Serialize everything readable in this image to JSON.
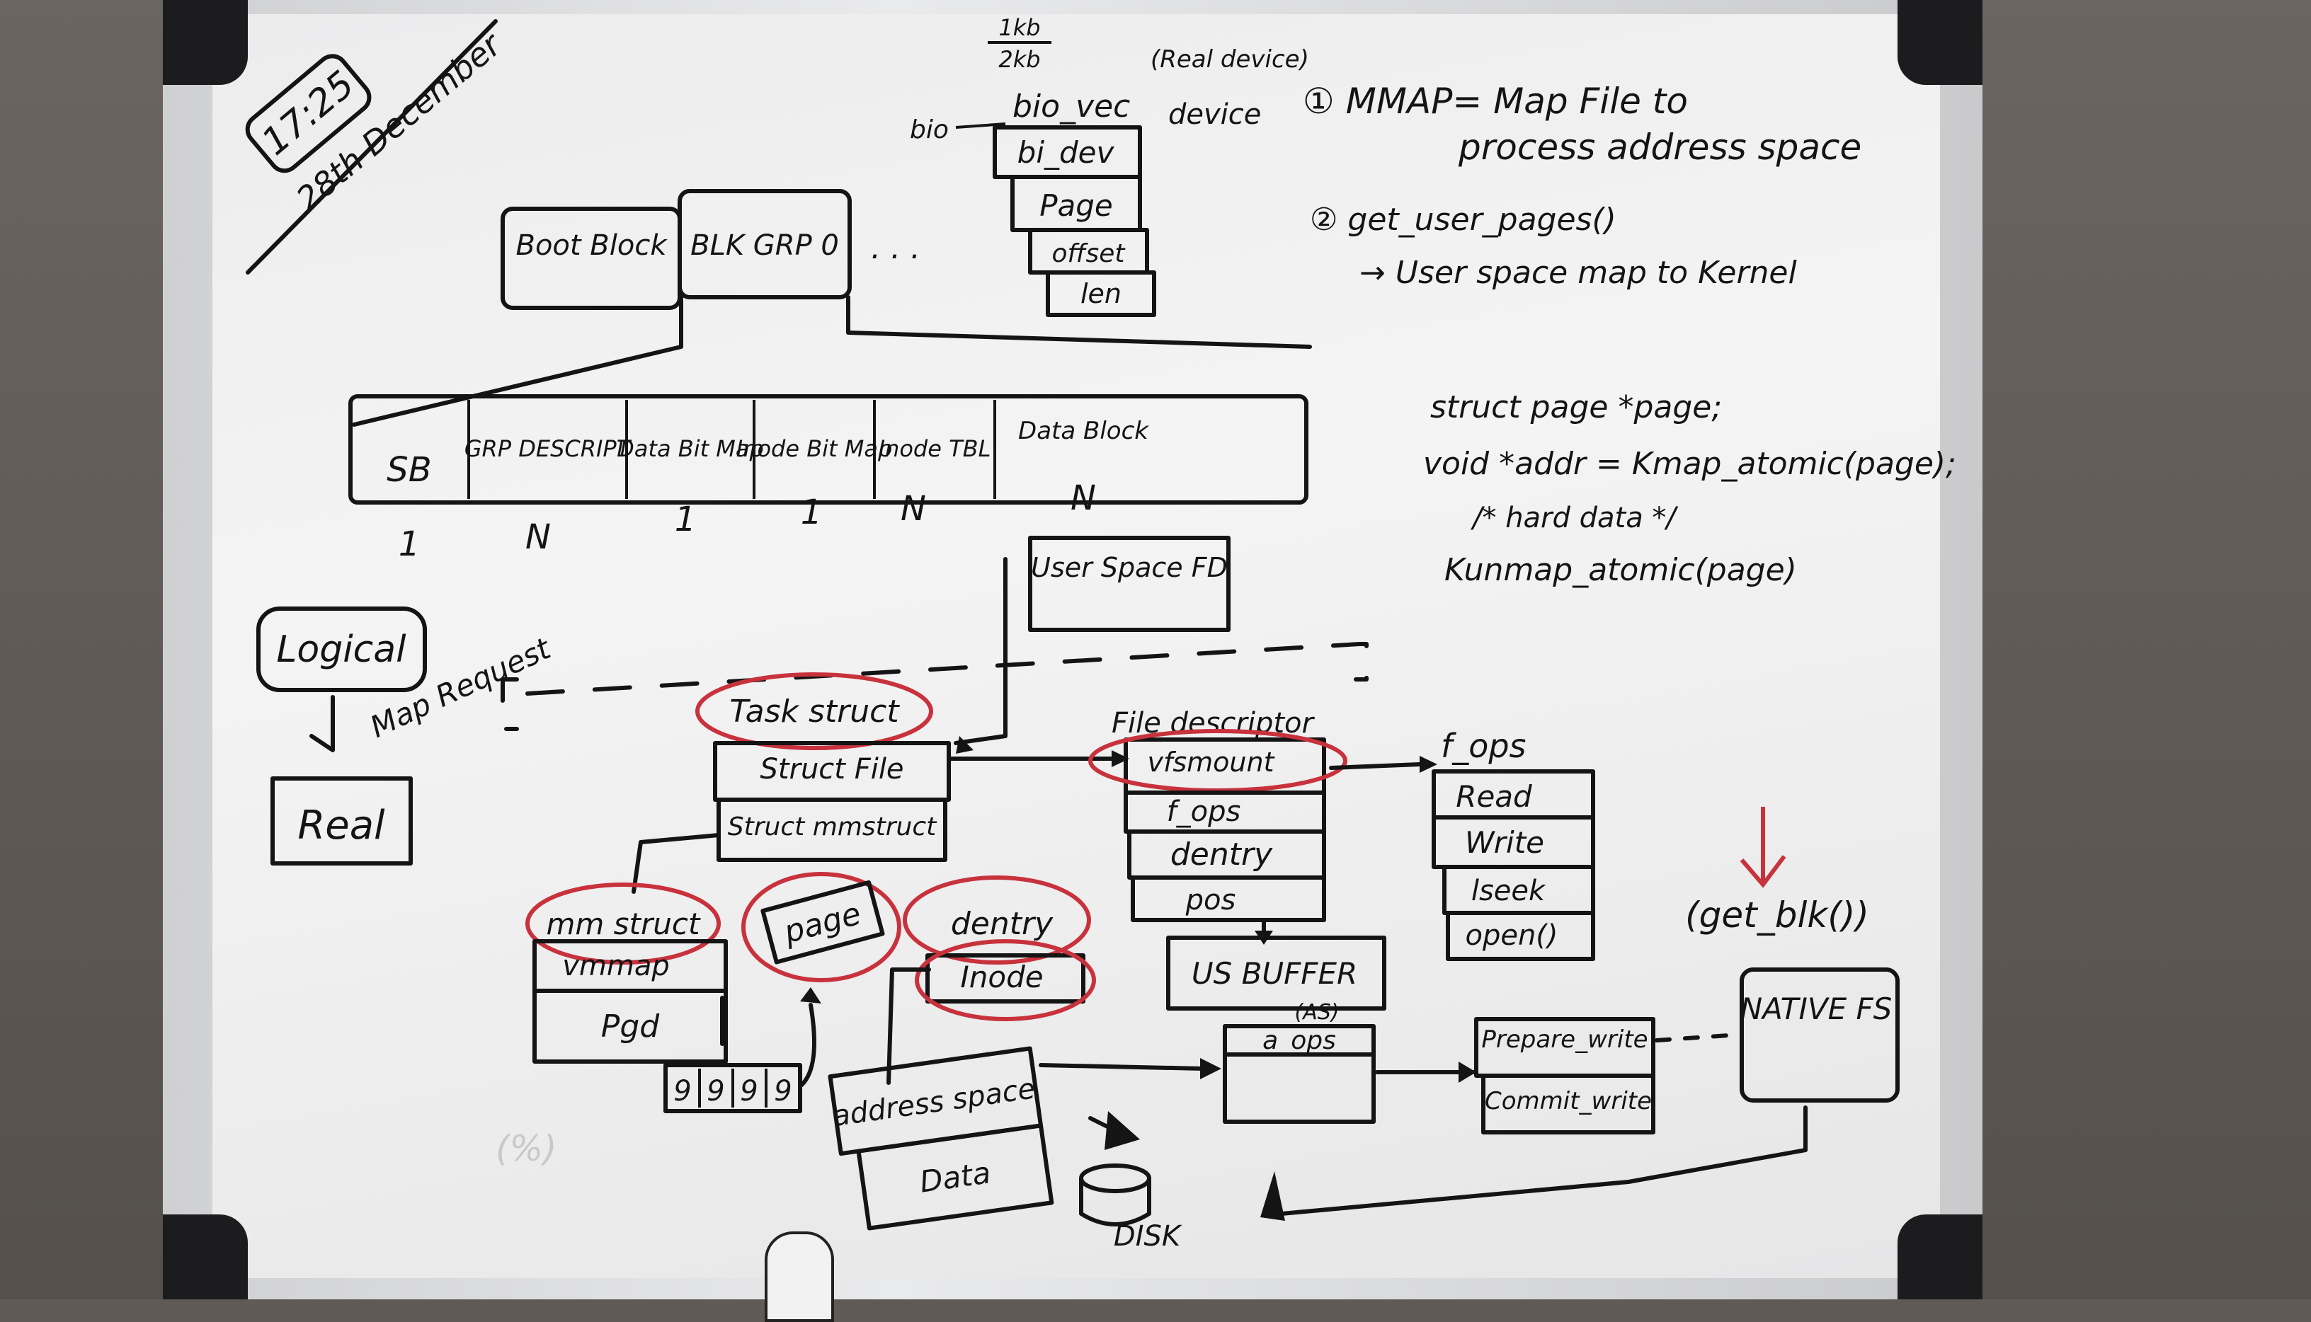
{
  "header": {
    "time": "17:25",
    "date": "28th December"
  },
  "disk_layout": {
    "top_blocks": [
      "Boot Block",
      "BLK GRP 0"
    ],
    "ellipsis": ". . .",
    "group_fields": [
      "SB",
      "GRP DESCRIPT",
      "Data Bit Map",
      "Inode Bit Map",
      "Inode TBL",
      "Data Block"
    ],
    "counts": [
      "1",
      "N",
      "1",
      "1",
      "N",
      "N"
    ]
  },
  "bio_stack": {
    "fraction_top": "1kb",
    "fraction_bottom": "2kb",
    "bio_label": "bio",
    "items": [
      "bio_vec",
      "bi_dev",
      "Page",
      "offset",
      "len"
    ],
    "side_note": "(Real device)",
    "side_note2": "device"
  },
  "notes": {
    "n1": "① MMAP= Map File to",
    "n1b": "process address space",
    "n2": "② get_user_pages()",
    "n2b": "→ User space map to Kernel",
    "code1": "struct page *page;",
    "code2": "void *addr = Kmap_atomic(page);",
    "code3": "/* hard data */",
    "code4": "Kunmap_atomic(page)"
  },
  "left_labels": {
    "logical": "Logical",
    "map": "Map Request",
    "real": "Real"
  },
  "userspace_fd": "User Space FD",
  "task_struct": {
    "title": "Task struct",
    "rows": [
      "Struct File",
      "Struct mmstruct"
    ]
  },
  "mm_struct": {
    "title": "mm struct",
    "rows": [
      "vmmap",
      "Pgd"
    ]
  },
  "page_tbl": {
    "title": "page",
    "cells": [
      "9",
      "9",
      "9",
      "9"
    ]
  },
  "dentry_box": {
    "title": "dentry",
    "rows": [
      "Inode"
    ]
  },
  "file_desc": {
    "title": "File descriptor",
    "rows": [
      "vfsmount",
      "f_ops",
      "dentry",
      "pos"
    ]
  },
  "fops": {
    "title": "f_ops",
    "rows": [
      "Read",
      "Write",
      "lseek",
      "open()"
    ]
  },
  "addr_space": {
    "rows": [
      "address space",
      "Data"
    ]
  },
  "us_buffer": "US BUFFER",
  "aops": {
    "title": "(AS)",
    "rows": [
      "a_ops"
    ]
  },
  "prepare": {
    "rows": [
      "Prepare_write",
      "Commit_write"
    ]
  },
  "native_fs": "NATIVE FS",
  "get_blk": "(get_blk())",
  "disk": "DISK",
  "faint": "(%)",
  "colors": {
    "ink": "#141414",
    "red": "#c8323c",
    "board": "#efeff0"
  }
}
